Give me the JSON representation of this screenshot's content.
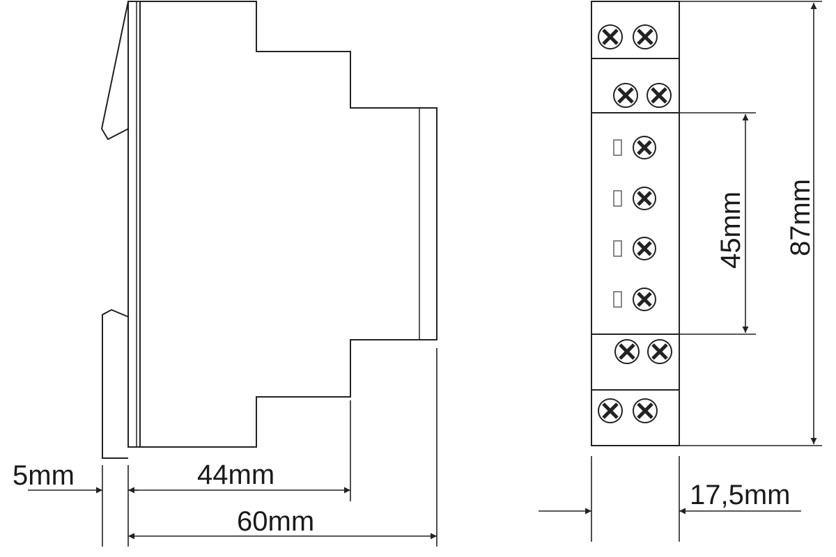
{
  "dimensions": {
    "rail_depth": "5mm",
    "front_depth": "44mm",
    "total_depth": "60mm",
    "front_height": "45mm",
    "total_height": "87mm",
    "width": "17,5mm"
  },
  "colors": {
    "line": "#222222",
    "background": "#ffffff"
  },
  "icons": {
    "terminal_screw": "screw-icon",
    "indicator_slot": "led-slot-icon"
  }
}
